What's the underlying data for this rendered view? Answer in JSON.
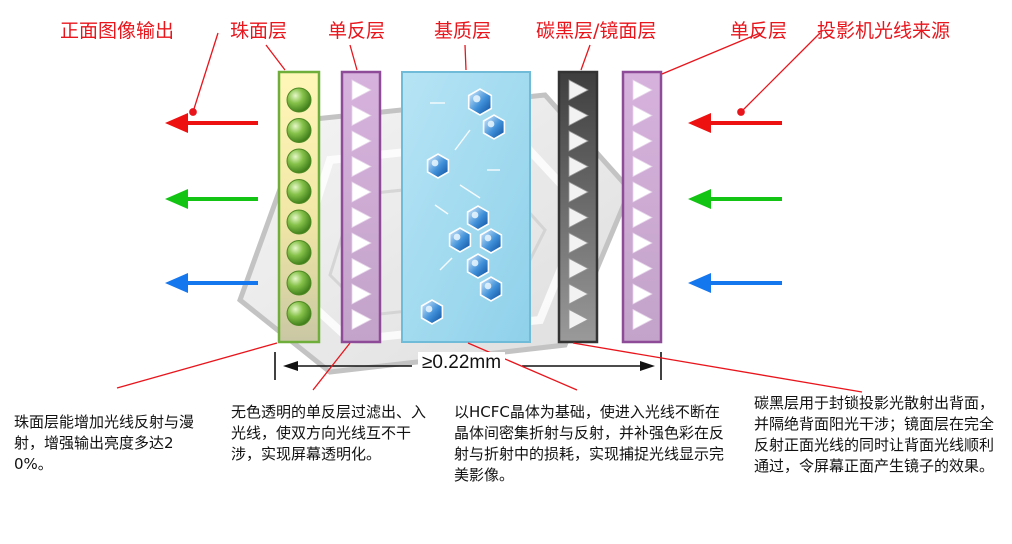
{
  "labels": {
    "front_output": "正面图像输出",
    "bead_layer": "珠面层",
    "mono_layer_left": "单反层",
    "substrate_layer": "基质层",
    "carbon_mirror_layer": "碳黑层/镜面层",
    "mono_layer_right": "单反层",
    "projector_source": "投影机光线来源"
  },
  "thickness_label": "≥0.22mm",
  "descriptions": {
    "bead": "珠面层能增加光线反射与漫射，增强输出亮度多达20%。",
    "mono": "无色透明的单反层过滤出、入光线，使双方向光线互不干涉，实现屏幕透明化。",
    "substrate": "以HCFC晶体为基础，使进入光线不断在晶体间密集折射与反射，并补强色彩在反射与折射中的损耗，实现捕捉光线显示完美影像。",
    "carbon": "碳黑层用于封锁投影光散射出背面，并隔绝背面阳光干涉；镜面层在完全反射正面光线的同时让背面光线顺利通过，令屏幕正面产生镜子的效果。"
  },
  "colors": {
    "label_red": "#e8151c",
    "arrow_red": "#ee1111",
    "arrow_green": "#14c414",
    "arrow_blue": "#1577ee",
    "bead_green": "#6ab42e",
    "mono_purple": "#b483bd",
    "substrate_blue": "#8fd3ec",
    "carbon_gray": "#4a4a4a"
  },
  "icons": {
    "bead": "green-sphere",
    "mono": "white-triangle",
    "crystal": "blue-hexagon-crystal"
  }
}
